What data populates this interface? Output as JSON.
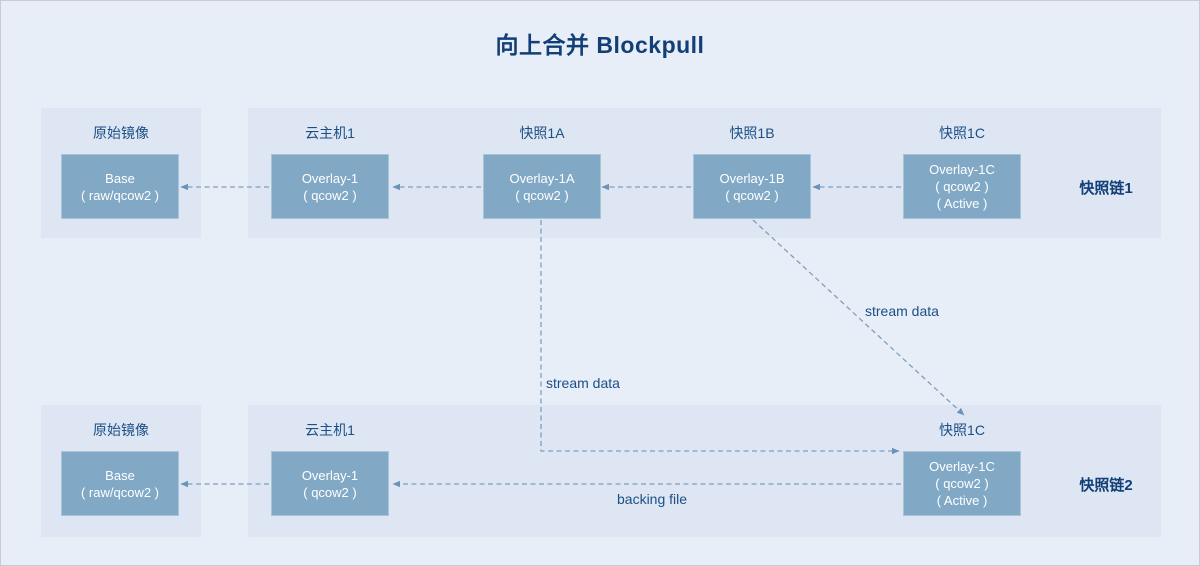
{
  "title": "向上合并 Blockpull",
  "colors": {
    "page_background": "#e8eef8",
    "panel_background": "#dde6f2",
    "node_fill": "#81a9c6",
    "node_text": "#ffffff",
    "accent_text": "#123f77",
    "caption_text": "#1b4f86",
    "wire": "#7e9fc0"
  },
  "chains": [
    {
      "id": "chain1",
      "label": "快照链1",
      "captions": [
        {
          "text": "原始镜像"
        },
        {
          "text": "云主机1"
        },
        {
          "text": "快照1A"
        },
        {
          "text": "快照1B"
        },
        {
          "text": "快照1C"
        }
      ],
      "nodes": [
        {
          "lines": [
            "Base",
            "( raw/qcow2 )"
          ]
        },
        {
          "lines": [
            "Overlay-1",
            "( qcow2 )"
          ]
        },
        {
          "lines": [
            "Overlay-1A",
            "( qcow2 )"
          ]
        },
        {
          "lines": [
            "Overlay-1B",
            "( qcow2 )"
          ]
        },
        {
          "lines": [
            "Overlay-1C",
            "( qcow2 )",
            "( Active )"
          ]
        }
      ]
    },
    {
      "id": "chain2",
      "label": "快照链2",
      "captions": [
        {
          "text": "原始镜像"
        },
        {
          "text": "云主机1"
        },
        {
          "text": "快照1C"
        }
      ],
      "nodes": [
        {
          "lines": [
            "Base",
            "( raw/qcow2 )"
          ]
        },
        {
          "lines": [
            "Overlay-1",
            "( qcow2 )"
          ]
        },
        {
          "lines": [
            "Overlay-1C",
            "( qcow2 )",
            "( Active )"
          ]
        }
      ]
    }
  ],
  "edge_labels": {
    "stream_data_left": "stream data",
    "stream_data_right": "stream data",
    "backing_file": "backing file"
  }
}
